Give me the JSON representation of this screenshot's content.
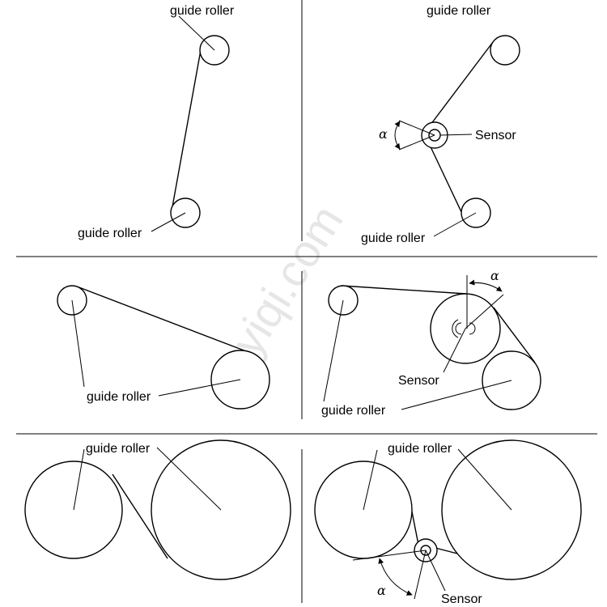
{
  "labels": {
    "guide_roller": "guide roller",
    "sensor": "Sensor",
    "alpha": "α"
  },
  "watermark": "uyiqi.com"
}
